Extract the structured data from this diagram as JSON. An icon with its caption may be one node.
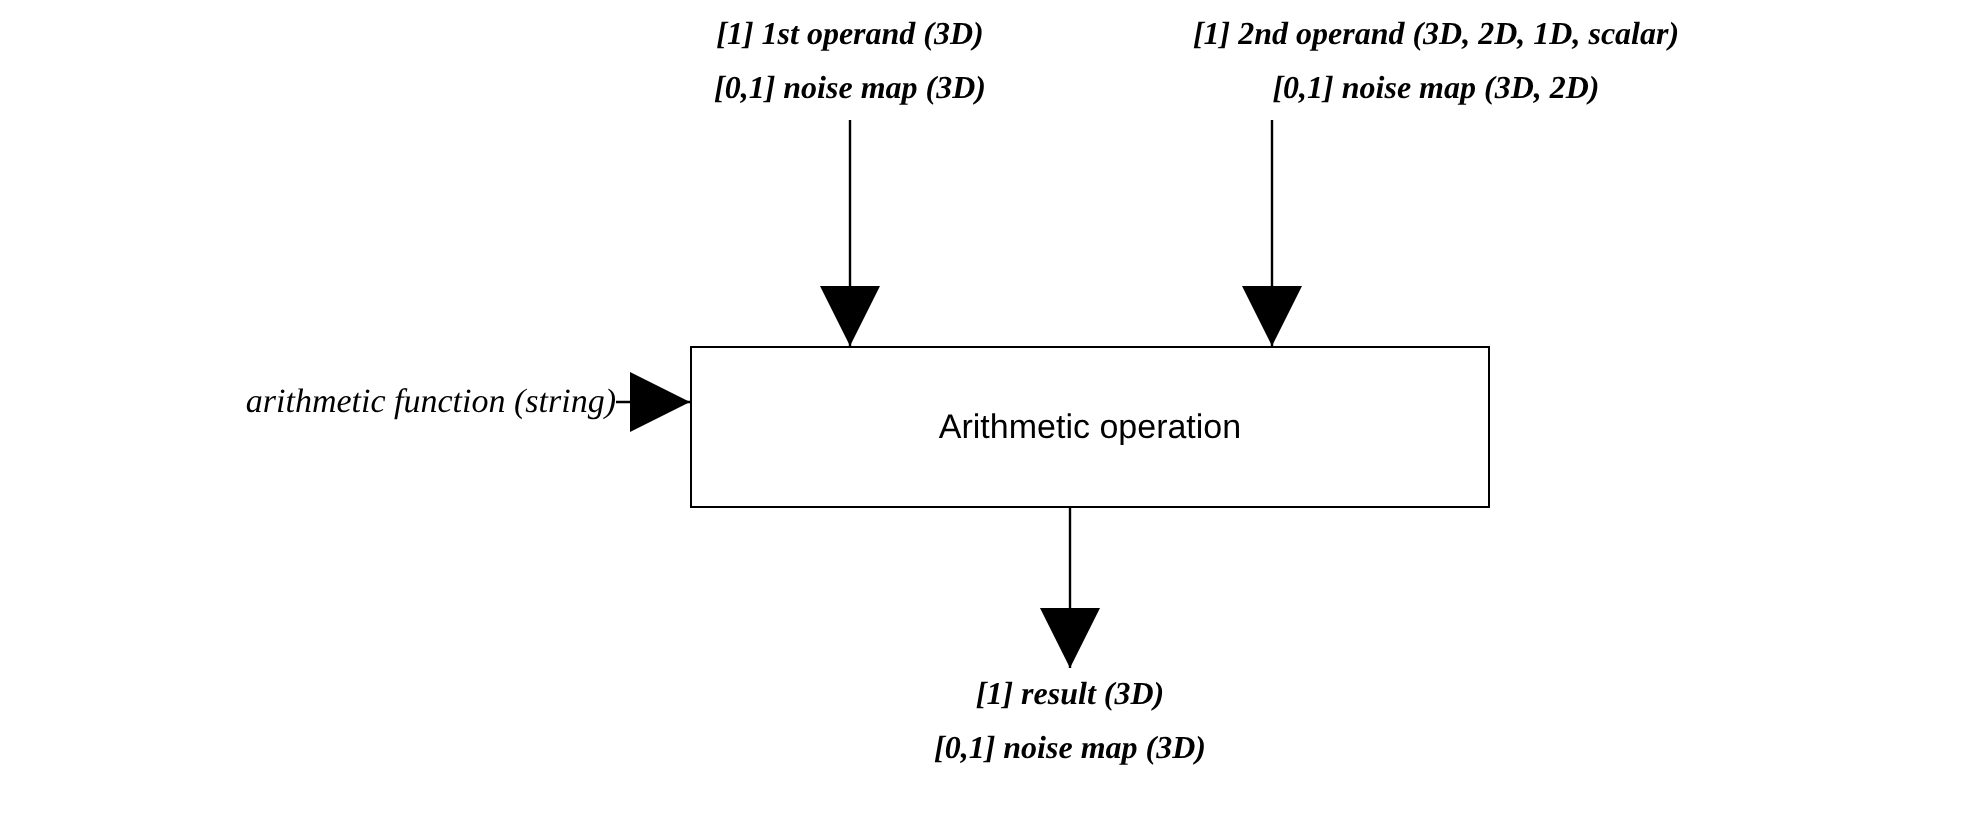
{
  "diagram": {
    "nodes": [
      {
        "text": [
          "[1] 1st operand (3D)",
          "[0,1] noise map (3D)"
        ]
      },
      {
        "text": [
          "[1] 2nd operand (3D, 2D, 1D, scalar)",
          "[0,1] noise map (3D, 2D)"
        ]
      },
      {
        "text": [
          "arithmetic function (string)"
        ]
      },
      {
        "text": [
          "Arithmetic operation"
        ]
      },
      {
        "text": [
          "[1] result (3D)",
          "[0,1] noise map (3D)"
        ]
      }
    ],
    "edges": [
      {
        "from": 0,
        "to": 3,
        "arrow": "to"
      },
      {
        "from": 1,
        "to": 3,
        "arrow": "to"
      },
      {
        "from": 2,
        "to": 3,
        "arrow": "to"
      },
      {
        "from": 3,
        "to": 4,
        "arrow": "to"
      }
    ]
  }
}
